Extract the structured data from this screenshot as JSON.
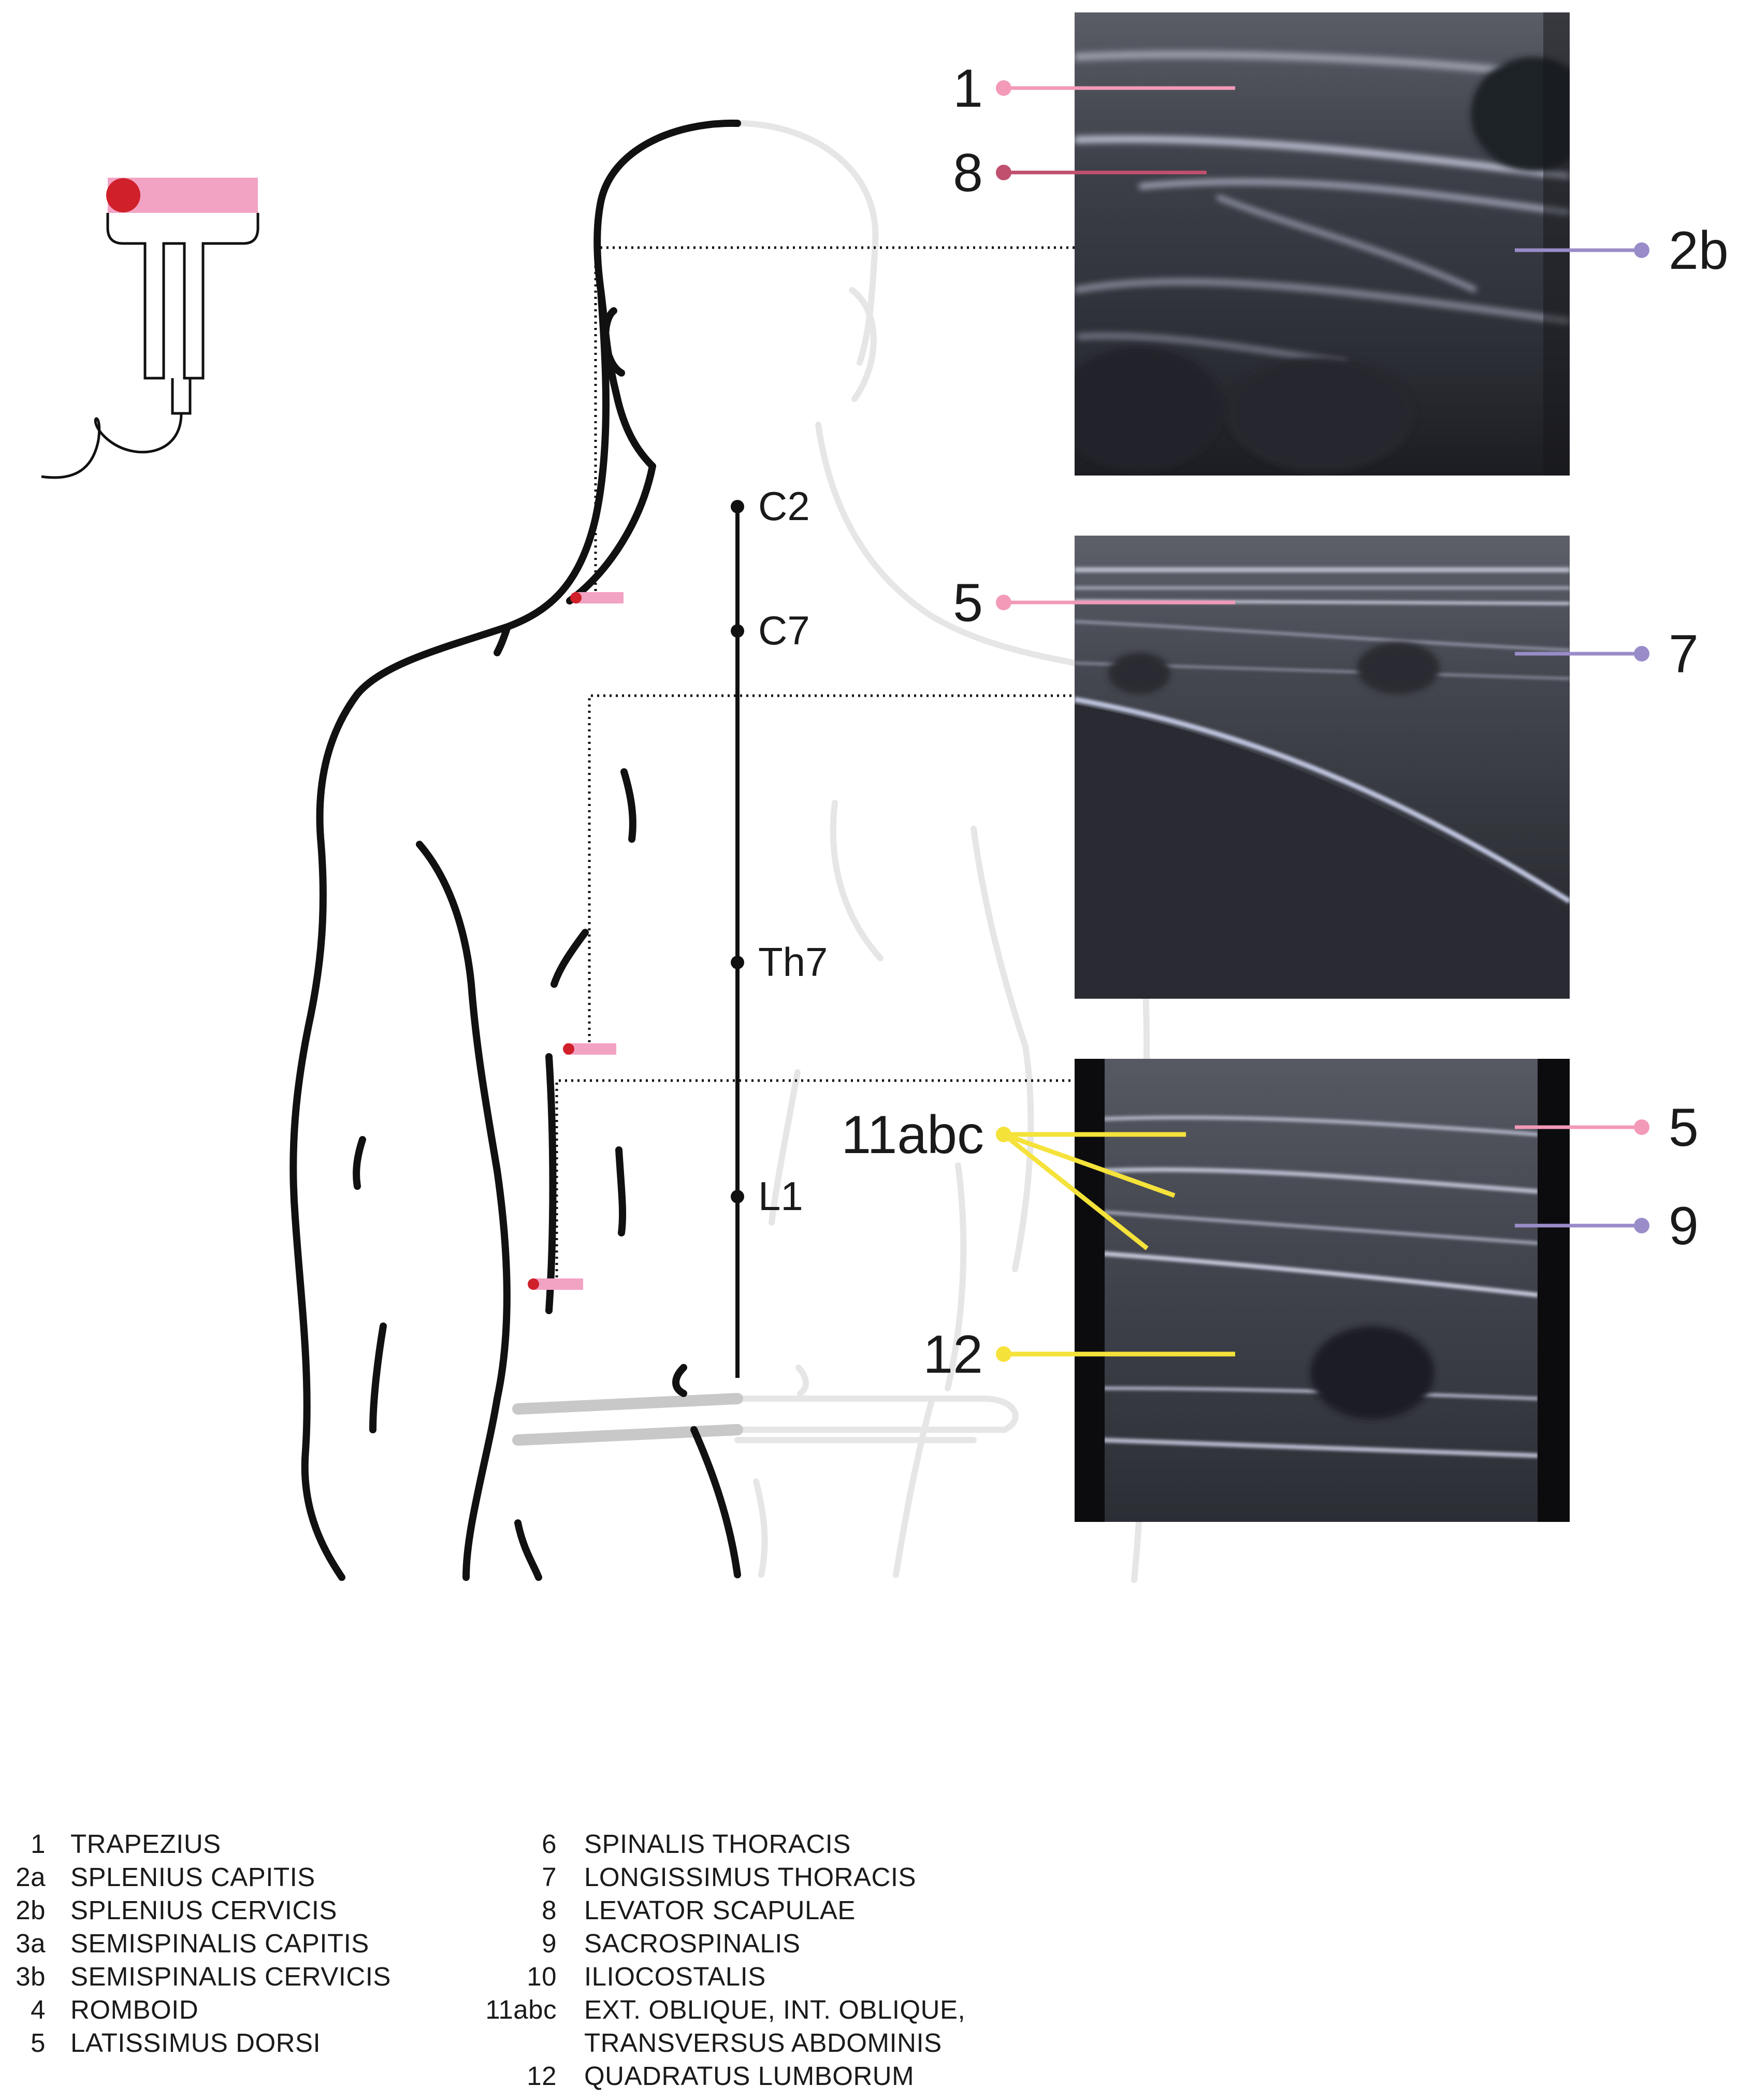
{
  "spine_levels": [
    "C2",
    "C7",
    "Th7",
    "L1"
  ],
  "panels": [
    {
      "labels_left": [
        {
          "text": "1",
          "color": "#f29ab8"
        },
        {
          "text": "8",
          "color": "#c0506e"
        }
      ],
      "labels_right": [
        {
          "text": "2b",
          "color": "#9a8cc8"
        }
      ]
    },
    {
      "labels_left": [
        {
          "text": "5",
          "color": "#f29ab8"
        }
      ],
      "labels_right": [
        {
          "text": "7",
          "color": "#9a8cc8"
        }
      ]
    },
    {
      "labels_left": [
        {
          "text": "11abc",
          "color": "#f5e23a"
        },
        {
          "text": "12",
          "color": "#f5e23a"
        }
      ],
      "labels_right": [
        {
          "text": "5",
          "color": "#f29ab8"
        },
        {
          "text": "9",
          "color": "#9a8cc8"
        }
      ]
    }
  ],
  "colors": {
    "probe_pink": "#f2a3c4",
    "probe_red": "#d0202a",
    "outline_dark": "#111111",
    "outline_light": "#e6e6e6"
  },
  "icons": [
    "ultrasound-probe-icon"
  ],
  "legend": {
    "left": [
      {
        "num": "1",
        "name": "TRAPEZIUS"
      },
      {
        "num": "2a",
        "name": "SPLENIUS CAPITIS"
      },
      {
        "num": "2b",
        "name": "SPLENIUS CERVICIS"
      },
      {
        "num": "3a",
        "name": "SEMISPINALIS CAPITIS"
      },
      {
        "num": "3b",
        "name": "SEMISPINALIS CERVICIS"
      },
      {
        "num": "4",
        "name": "ROMBOID"
      },
      {
        "num": "5",
        "name": "LATISSIMUS DORSI"
      }
    ],
    "right": [
      {
        "num": "6",
        "name": "SPINALIS THORACIS"
      },
      {
        "num": "7",
        "name": "LONGISSIMUS THORACIS"
      },
      {
        "num": "8",
        "name": "LEVATOR SCAPULAE"
      },
      {
        "num": "9",
        "name": "SACROSPINALIS"
      },
      {
        "num": "10",
        "name": "ILIOCOSTALIS"
      },
      {
        "num": "11abc",
        "name": "EXT. OBLIQUE, INT. OBLIQUE,"
      },
      {
        "num": "",
        "name": "TRANSVERSUS ABDOMINIS"
      },
      {
        "num": "12",
        "name": "QUADRATUS LUMBORUM"
      }
    ]
  }
}
